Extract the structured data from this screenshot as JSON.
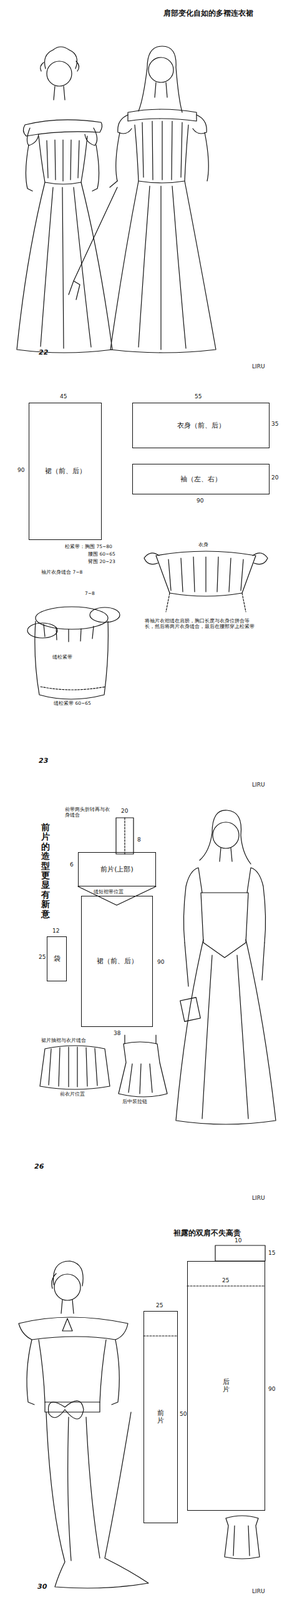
{
  "diagram": {
    "nodes": [
      {
        "text": [
          "裙（前、后）"
        ]
      },
      {
        "text": [
          "衣身（前、后）"
        ]
      },
      {
        "text": [
          "袖（左、右）"
        ]
      },
      {
        "text": [
          "前片(上部)"
        ]
      },
      {
        "text": [
          "袋"
        ]
      },
      {
        "text": [
          "裙（前、后）"
        ]
      },
      {
        "text": [
          "前片"
        ]
      },
      {
        "text": [
          "后片"
        ]
      }
    ],
    "labels": [
      "肩部变化自如的多褶连衣裙",
      "22",
      "LIRU",
      "45",
      "90",
      "55",
      "35",
      "20",
      "90",
      "松紧带：胸围 75~80",
      "腰围 60~65",
      "臂围 20~23",
      "袖片衣身缝合 7~8",
      "7~8",
      "缝松紧带",
      "缝松紧带 60~65",
      "衣身",
      "将袖片衣褶缝在肩膀，胸口长度与衣身位拼合等长，然后将两片衣身缝合，最后在腰部穿上松紧带",
      "23",
      "LIRU",
      "前片的造型更显有新意",
      "前带两头折转再与衣身缝合",
      "20",
      "8",
      "6",
      "缝短褶带位置",
      "12",
      "25",
      "90",
      "38",
      "裙片抽褶与衣片缝合",
      "前衣片位置",
      "后中装拉链",
      "26",
      "LIRU",
      "袒露的双肩不失高贵",
      "10",
      "15",
      "50",
      "90",
      "25",
      "25",
      "30",
      "LIRU"
    ]
  }
}
